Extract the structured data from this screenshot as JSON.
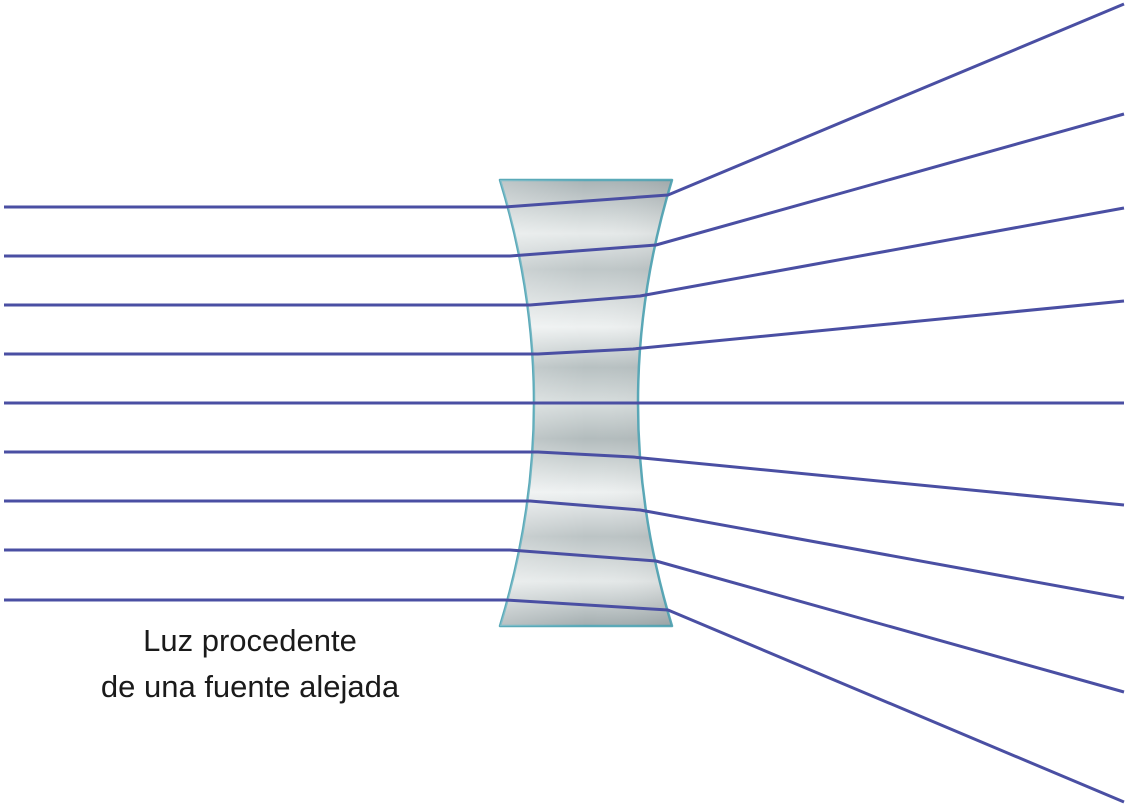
{
  "caption": {
    "line1": "Luz procedente",
    "line2": "de una fuente alejada"
  },
  "colors": {
    "ray": "#4a4fa3",
    "lens_fill_light": "#e9eded",
    "lens_fill_dark": "#a9b3b5",
    "lens_edge": "#5aa9b8",
    "background": "#ffffff"
  },
  "lens": {
    "type": "diverging (concave)"
  },
  "rays": {
    "count": 9
  }
}
